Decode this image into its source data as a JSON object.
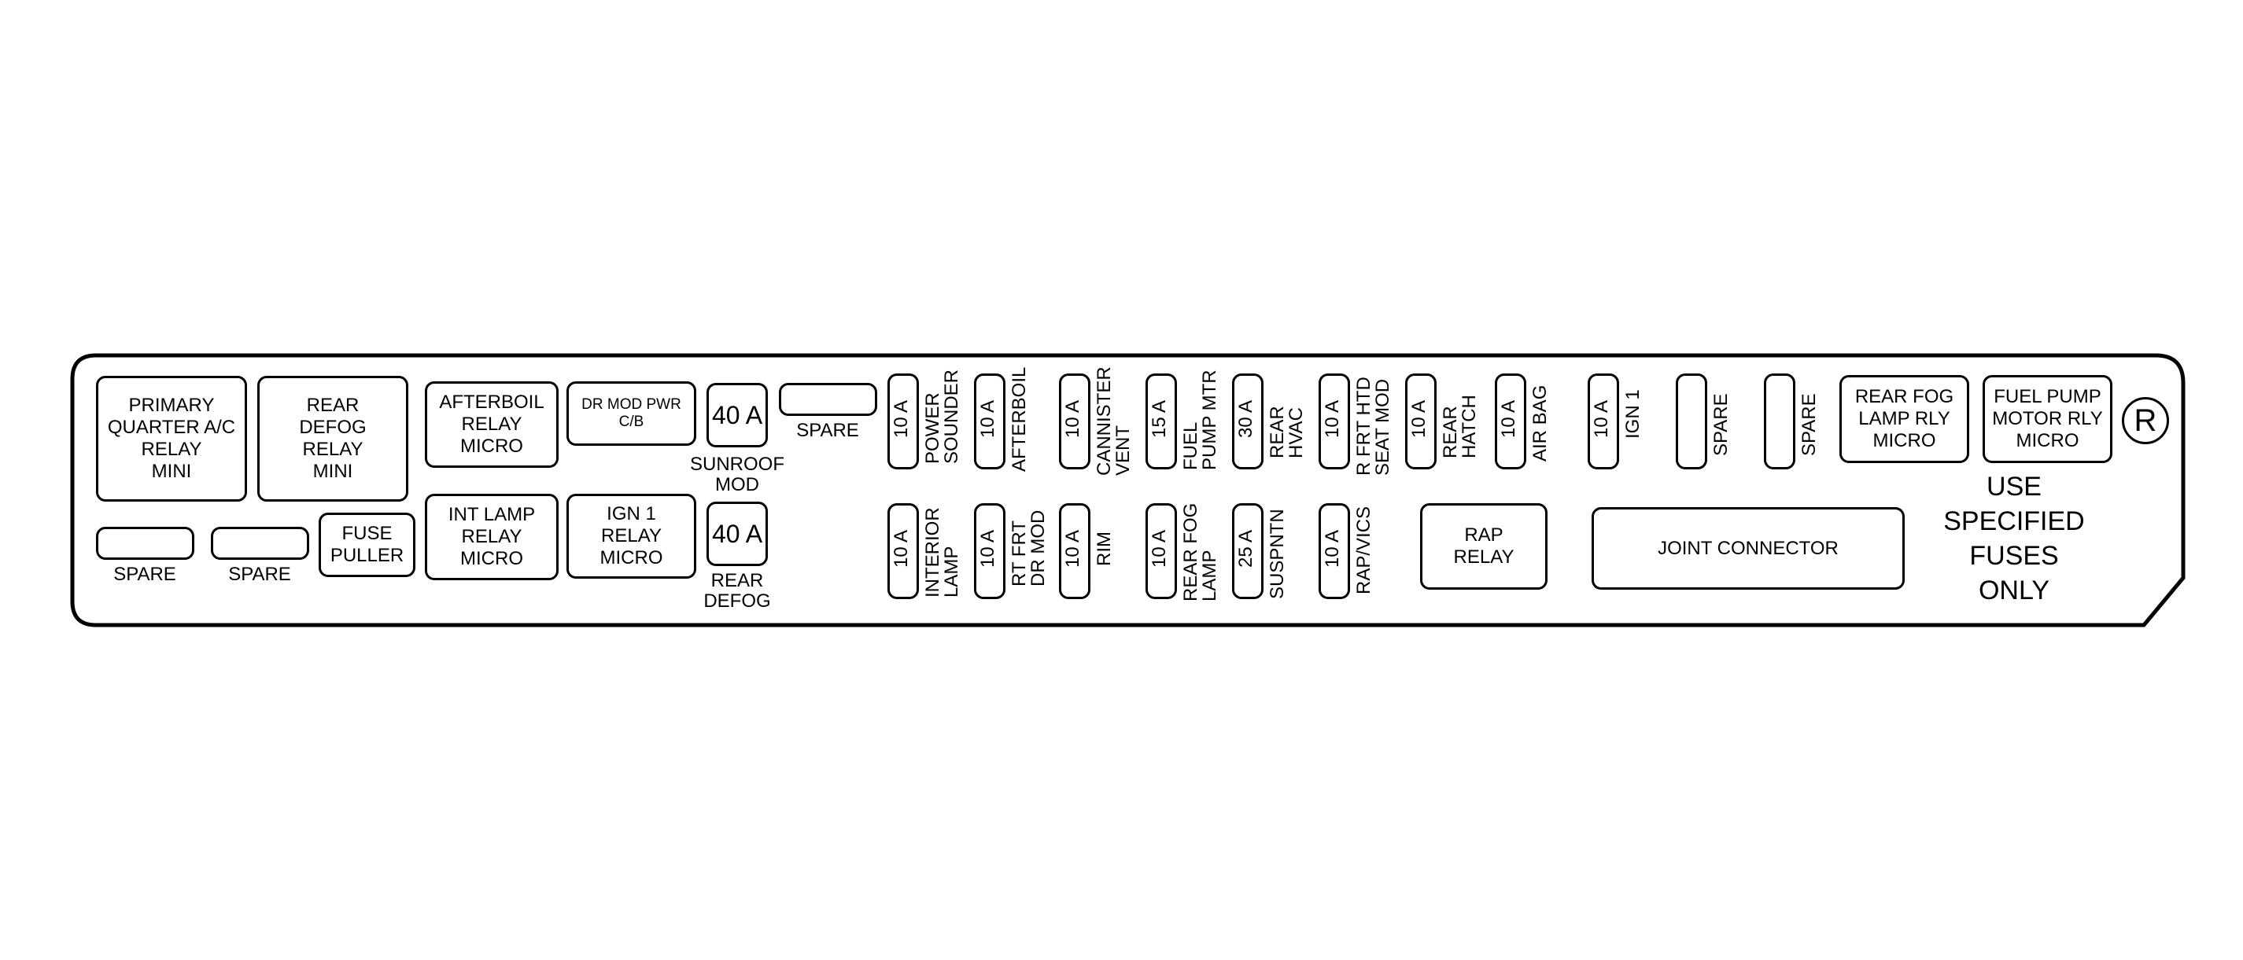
{
  "top_left_relays": [
    {
      "label": "PRIMARY\nQUARTER A/C\nRELAY\nMINI"
    },
    {
      "label": "REAR\nDEFOG\nRELAY\nMINI"
    }
  ],
  "spares_left": [
    "SPARE",
    "SPARE"
  ],
  "fuse_puller": "FUSE\nPULLER",
  "micro_relays_left": {
    "afterboil": "AFTERBOIL\nRELAY\nMICRO",
    "int_lamp": "INT LAMP\nRELAY\nMICRO",
    "dr_mod_pwr": "DR MOD PWR\nC/B",
    "ign1": "IGN 1\nRELAY\nMICRO"
  },
  "maxi_fuses": [
    {
      "rating": "40 A",
      "label": "SUNROOF\nMOD"
    },
    {
      "rating": "40 A",
      "label": "REAR\nDEFOG"
    }
  ],
  "spare_top": "SPARE",
  "top_row_fuses": [
    {
      "rating": "10 A",
      "label": "POWER\nSOUNDER"
    },
    {
      "rating": "10 A",
      "label": "AFTERBOIL"
    },
    {
      "rating": "10 A",
      "label": "CANNISTER\nVENT"
    },
    {
      "rating": "15 A",
      "label": "FUEL\nPUMP MTR"
    },
    {
      "rating": "30 A",
      "label": "REAR\nHVAC"
    },
    {
      "rating": "10 A",
      "label": "R FRT HTD\nSEAT MOD"
    },
    {
      "rating": "10 A",
      "label": "REAR\nHATCH"
    },
    {
      "rating": "10 A",
      "label": "AIR BAG"
    },
    {
      "rating": "10 A",
      "label": "IGN 1"
    },
    {
      "rating": "",
      "label": "SPARE"
    },
    {
      "rating": "",
      "label": "SPARE"
    }
  ],
  "bottom_row_fuses": [
    {
      "rating": "10 A",
      "label": "INTERIOR\nLAMP"
    },
    {
      "rating": "10 A",
      "label": "RT FRT\nDR MOD"
    },
    {
      "rating": "10 A",
      "label": "RIM"
    },
    {
      "rating": "10 A",
      "label": "REAR FOG\nLAMP"
    },
    {
      "rating": "25 A",
      "label": "SUSPNTN"
    },
    {
      "rating": "10 A",
      "label": "RAP/VICS"
    }
  ],
  "right_relays": {
    "rear_fog": "REAR FOG\nLAMP RLY\nMICRO",
    "fuel_pump": "FUEL PUMP\nMOTOR RLY\nMICRO",
    "rap": "RAP\nRELAY",
    "joint": "JOINT CONNECTOR"
  },
  "r_mark": "R",
  "notice": "USE\nSPECIFIED\nFUSES\nONLY"
}
